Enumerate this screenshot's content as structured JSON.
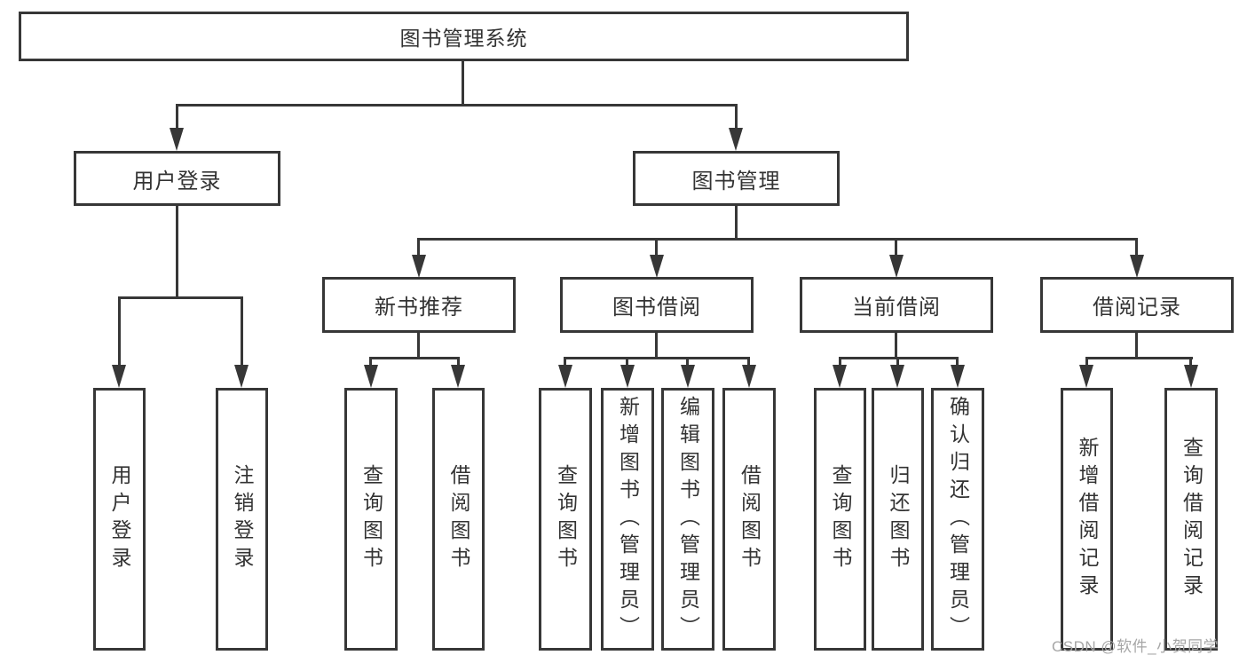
{
  "diagram": {
    "root": {
      "label": "图书管理系统"
    },
    "user_branch": {
      "label": "用户登录",
      "children": [
        {
          "label": "用户登录"
        },
        {
          "label": "注销登录"
        }
      ]
    },
    "book_branch": {
      "label": "图书管理",
      "groups": [
        {
          "label": "新书推荐",
          "children": [
            {
              "label": "查询图书"
            },
            {
              "label": "借阅图书"
            }
          ]
        },
        {
          "label": "图书借阅",
          "children": [
            {
              "label": "查询图书"
            },
            {
              "label": "新增图书（管理员）"
            },
            {
              "label": "编辑图书（管理员）"
            },
            {
              "label": "借阅图书"
            }
          ]
        },
        {
          "label": "当前借阅",
          "children": [
            {
              "label": "查询图书"
            },
            {
              "label": "归还图书"
            },
            {
              "label": "确认归还（管理员）"
            }
          ]
        },
        {
          "label": "借阅记录",
          "children": [
            {
              "label": "新增借阅记录"
            },
            {
              "label": "查询借阅记录"
            }
          ]
        }
      ]
    },
    "watermark": "CSDN @软件_小贺同学",
    "colors": {
      "line": "#373737",
      "text": "#333333",
      "watermark": "#a6a6a6",
      "background": "#ffffff"
    }
  }
}
